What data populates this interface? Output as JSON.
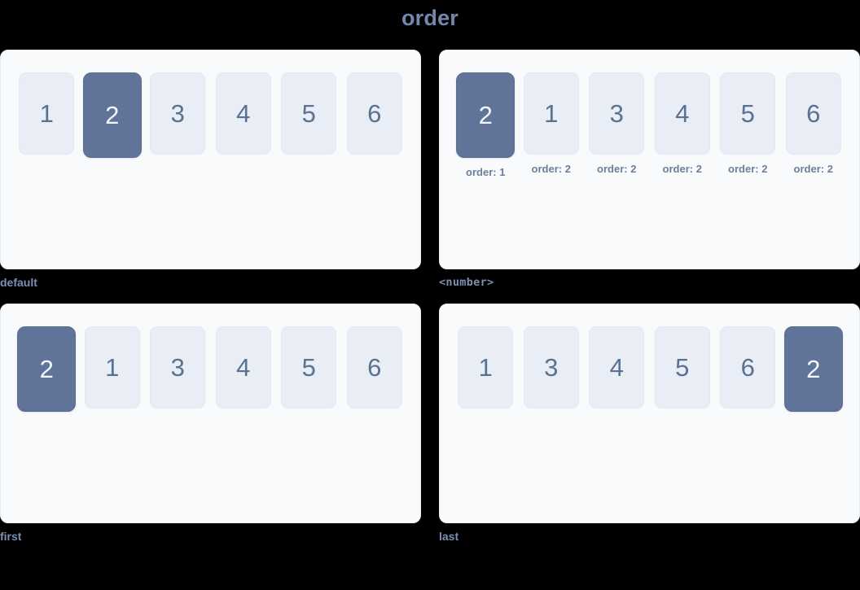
{
  "page": {
    "title": "order",
    "background_color": "#000000",
    "title_color": "#7288ad"
  },
  "theme": {
    "panel_bg": "#f9fafc",
    "panel_border": "#e6eaf1",
    "item_bg": "#e9eef6",
    "item_text": "#5a7292",
    "highlight_bg": "#607499",
    "highlight_text": "#f3f6fa",
    "caption_color": "#7a90b1",
    "order_label_color": "#6b7f9d"
  },
  "demos": [
    {
      "caption": "default",
      "caption_style": "plain",
      "items": [
        {
          "label": "1",
          "highlight": false,
          "order_label": null
        },
        {
          "label": "2",
          "highlight": true,
          "order_label": null
        },
        {
          "label": "3",
          "highlight": false,
          "order_label": null
        },
        {
          "label": "4",
          "highlight": false,
          "order_label": null
        },
        {
          "label": "5",
          "highlight": false,
          "order_label": null
        },
        {
          "label": "6",
          "highlight": false,
          "order_label": null
        }
      ]
    },
    {
      "caption": "<number>",
      "caption_style": "mono",
      "items": [
        {
          "label": "2",
          "highlight": true,
          "order_label": "order: 1"
        },
        {
          "label": "1",
          "highlight": false,
          "order_label": "order: 2"
        },
        {
          "label": "3",
          "highlight": false,
          "order_label": "order: 2"
        },
        {
          "label": "4",
          "highlight": false,
          "order_label": "order: 2"
        },
        {
          "label": "5",
          "highlight": false,
          "order_label": "order: 2"
        },
        {
          "label": "6",
          "highlight": false,
          "order_label": "order: 2"
        }
      ]
    },
    {
      "caption": "first",
      "caption_style": "plain",
      "items": [
        {
          "label": "2",
          "highlight": true,
          "order_label": null
        },
        {
          "label": "1",
          "highlight": false,
          "order_label": null
        },
        {
          "label": "3",
          "highlight": false,
          "order_label": null
        },
        {
          "label": "4",
          "highlight": false,
          "order_label": null
        },
        {
          "label": "5",
          "highlight": false,
          "order_label": null
        },
        {
          "label": "6",
          "highlight": false,
          "order_label": null
        }
      ]
    },
    {
      "caption": "last",
      "caption_style": "plain",
      "items": [
        {
          "label": "1",
          "highlight": false,
          "order_label": null
        },
        {
          "label": "3",
          "highlight": false,
          "order_label": null
        },
        {
          "label": "4",
          "highlight": false,
          "order_label": null
        },
        {
          "label": "5",
          "highlight": false,
          "order_label": null
        },
        {
          "label": "6",
          "highlight": false,
          "order_label": null
        },
        {
          "label": "2",
          "highlight": true,
          "order_label": null
        }
      ]
    }
  ]
}
